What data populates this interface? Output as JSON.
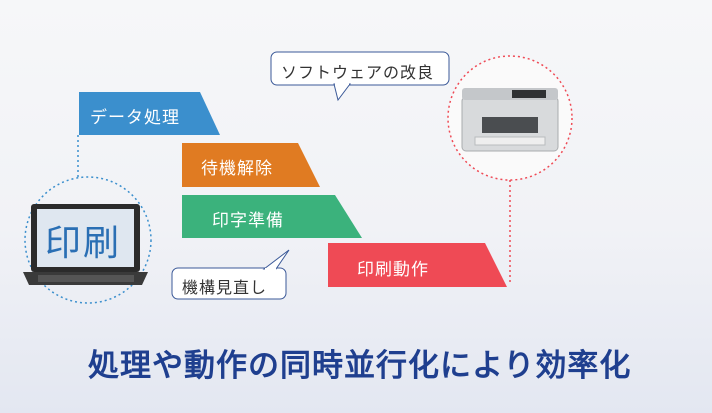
{
  "steps": [
    {
      "label": "データ処理",
      "color": "#3b8fcd"
    },
    {
      "label": "待機解除",
      "color": "#e07b22"
    },
    {
      "label": "印字準備",
      "color": "#3bb27c"
    },
    {
      "label": "印刷動作",
      "color": "#ef4a55"
    }
  ],
  "callouts": {
    "software": "ソフトウェアの改良",
    "mechanism": "機構見直し"
  },
  "laptop": {
    "screen_text": "印刷"
  },
  "headline": "処理や動作の同時並行化により効率化"
}
